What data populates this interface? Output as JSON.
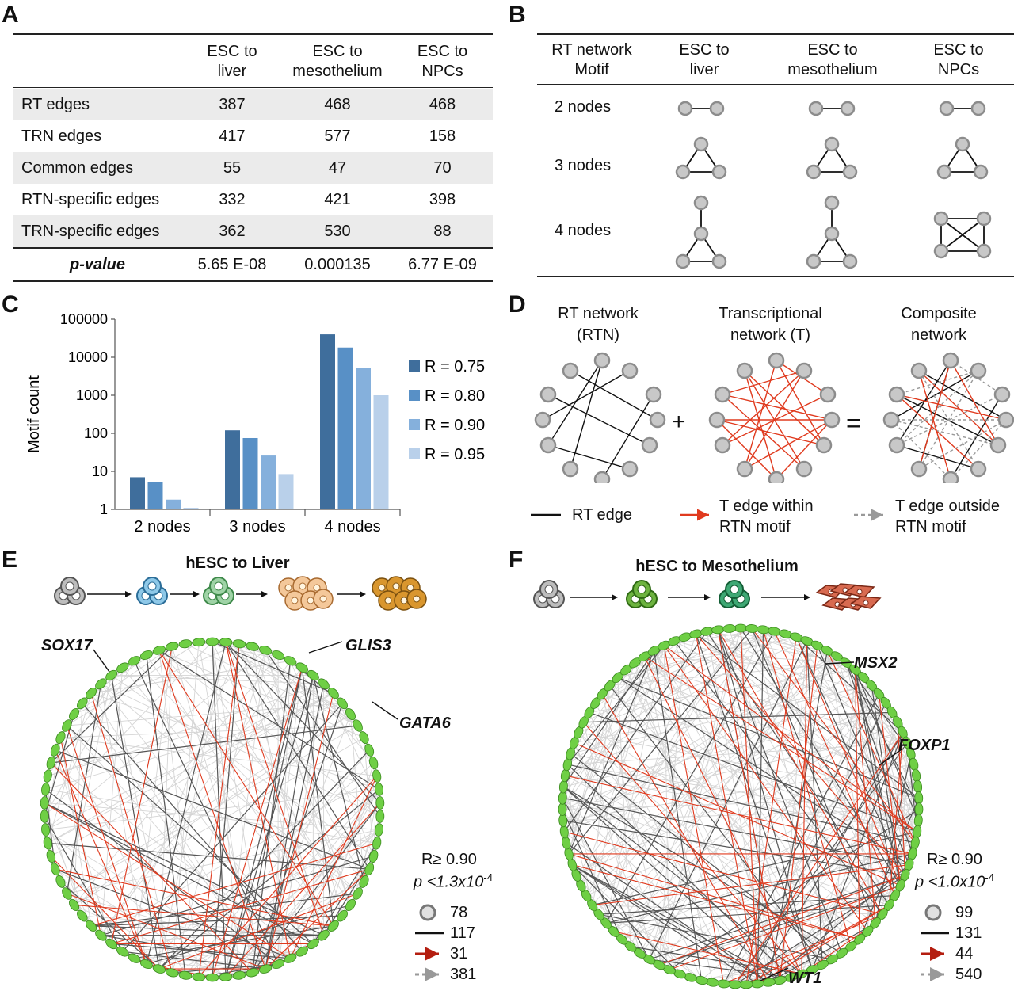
{
  "panels": {
    "a": "A",
    "b": "B",
    "c": "C",
    "d": "D",
    "e": "E",
    "f": "F"
  },
  "table_a": {
    "headers": [
      "ESC to liver",
      "ESC to mesothelium",
      "ESC to NPCs"
    ],
    "header_lines": [
      [
        "ESC to",
        "liver"
      ],
      [
        "ESC to",
        "mesothelium"
      ],
      [
        "ESC to",
        "NPCs"
      ]
    ],
    "rows": [
      {
        "label": "RT edges",
        "values": [
          "387",
          "468",
          "468"
        ]
      },
      {
        "label": "TRN edges",
        "values": [
          "417",
          "577",
          "158"
        ]
      },
      {
        "label": "Common edges",
        "values": [
          "55",
          "47",
          "70"
        ]
      },
      {
        "label": "RTN-specific edges",
        "values": [
          "332",
          "421",
          "398"
        ]
      },
      {
        "label": "TRN-specific edges",
        "values": [
          "362",
          "530",
          "88"
        ]
      }
    ],
    "pvalue": {
      "label": "p-value",
      "values": [
        "5.65 E-08",
        "0.000135",
        "6.77 E-09"
      ]
    }
  },
  "table_b": {
    "header_lines": [
      [
        "RT network",
        "Motif"
      ],
      [
        "ESC to",
        "liver"
      ],
      [
        "ESC to",
        "mesothelium"
      ],
      [
        "ESC to",
        "NPCs"
      ]
    ],
    "rows": [
      "2 nodes",
      "3 nodes",
      "4 nodes"
    ]
  },
  "chart_data": {
    "type": "bar",
    "categories": [
      "2 nodes",
      "3 nodes",
      "4 nodes"
    ],
    "ylabel": "Motif count",
    "yscale": "log",
    "ylim": [
      1,
      100000
    ],
    "yticks": [
      "1",
      "10",
      "100",
      "1000",
      "10000",
      "100000"
    ],
    "series": [
      {
        "name": "R = 0.75",
        "color": "#3f6e9c",
        "values": [
          7,
          120,
          40000
        ]
      },
      {
        "name": "R = 0.80",
        "color": "#5890c6",
        "values": [
          5.2,
          75,
          18000
        ]
      },
      {
        "name": "R = 0.90",
        "color": "#85b0dc",
        "values": [
          1.8,
          26,
          5200
        ]
      },
      {
        "name": "R = 0.95",
        "color": "#b9d0ea",
        "values": [
          1.1,
          8.5,
          1000
        ]
      }
    ],
    "legend_position": "right"
  },
  "panel_d": {
    "rtn_title": [
      "RT network",
      "(RTN)"
    ],
    "t_title": [
      "Transcriptional",
      "network (T)"
    ],
    "comp_title": [
      "Composite",
      "network"
    ],
    "plus": "+",
    "equals": "=",
    "legend": {
      "rt_edge": "RT edge",
      "t_within": [
        "T edge within",
        "RTN motif"
      ],
      "t_outside": [
        "T edge outside",
        "RTN motif"
      ]
    }
  },
  "panel_e": {
    "title": "hESC to Liver",
    "genes": [
      "SOX17",
      "GLIS3",
      "GATA6"
    ],
    "r": "R≥ 0.90",
    "p": "p <1.3x10",
    "p_exp": "-4",
    "counts": [
      "78",
      "117",
      "31",
      "381"
    ]
  },
  "panel_f": {
    "title": "hESC to Mesothelium",
    "genes": [
      "MSX2",
      "FOXP1",
      "WT1"
    ],
    "r": "R≥ 0.90",
    "p": "p <1.0x10",
    "p_exp": "-4",
    "counts": [
      "99",
      "131",
      "44",
      "540"
    ]
  },
  "colors": {
    "node_fill": "#c8c8c8",
    "node_stroke": "#8c8c8c",
    "green_node": "#6fcf45",
    "red": "#e03a1e",
    "dark_red": "#b41e10",
    "grey_edge": "#999999"
  }
}
